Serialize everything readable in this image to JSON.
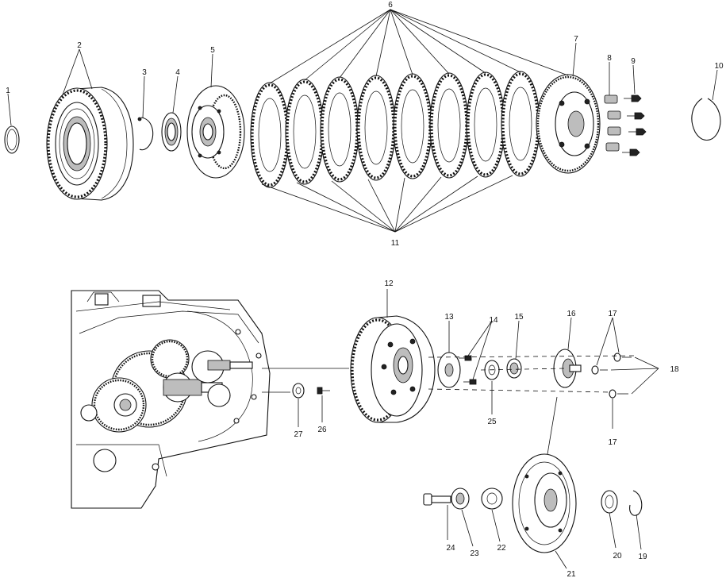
{
  "labels": {
    "l1": "1",
    "l2": "2",
    "l3": "3",
    "l4": "4",
    "l5": "5",
    "l6": "6",
    "l7": "7",
    "l8": "8",
    "l9": "9",
    "l10": "10",
    "l11": "11",
    "l12": "12",
    "l13": "13",
    "l14": "14",
    "l15": "15",
    "l16": "16",
    "l17a": "17",
    "l17b": "17",
    "l18": "18",
    "l19": "19",
    "l20": "20",
    "l21": "21",
    "l22": "22",
    "l23": "23",
    "l24": "24",
    "l25": "25",
    "l26": "26",
    "l27": "27"
  }
}
